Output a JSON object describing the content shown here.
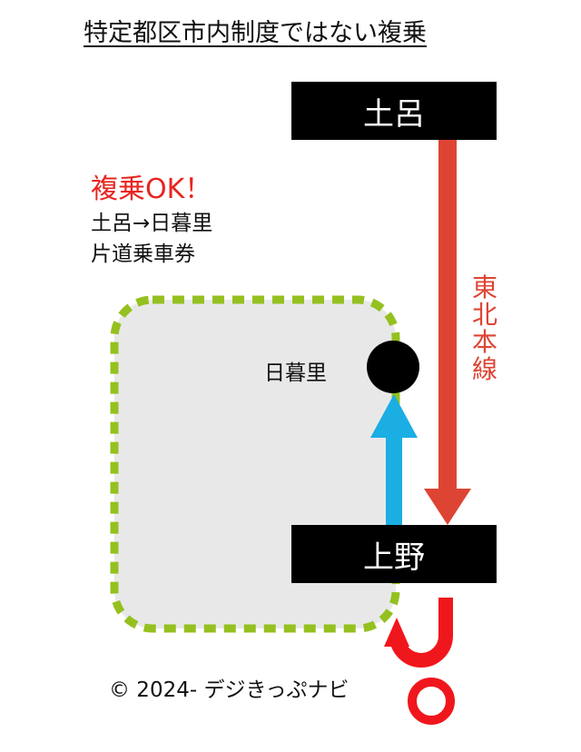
{
  "title": "特定都区市内制度ではない複乗",
  "stations": {
    "toro": "土呂",
    "ueno": "上野",
    "nippori": "日暮里"
  },
  "line_name": [
    "東",
    "北",
    "本",
    "線"
  ],
  "note": {
    "headline": "複乗OK！",
    "route": "土呂→日暮里",
    "ticket": "片道乗車券"
  },
  "copyright": "© 2024- デジきっぷナビ",
  "colors": {
    "line_arrow": "#de4433",
    "blue_arrow": "#1aaee3",
    "area_border": "#94c11f",
    "area_fill": "#e9e8e9",
    "return_arrow": "#f0171c",
    "station_box": "#000000"
  }
}
